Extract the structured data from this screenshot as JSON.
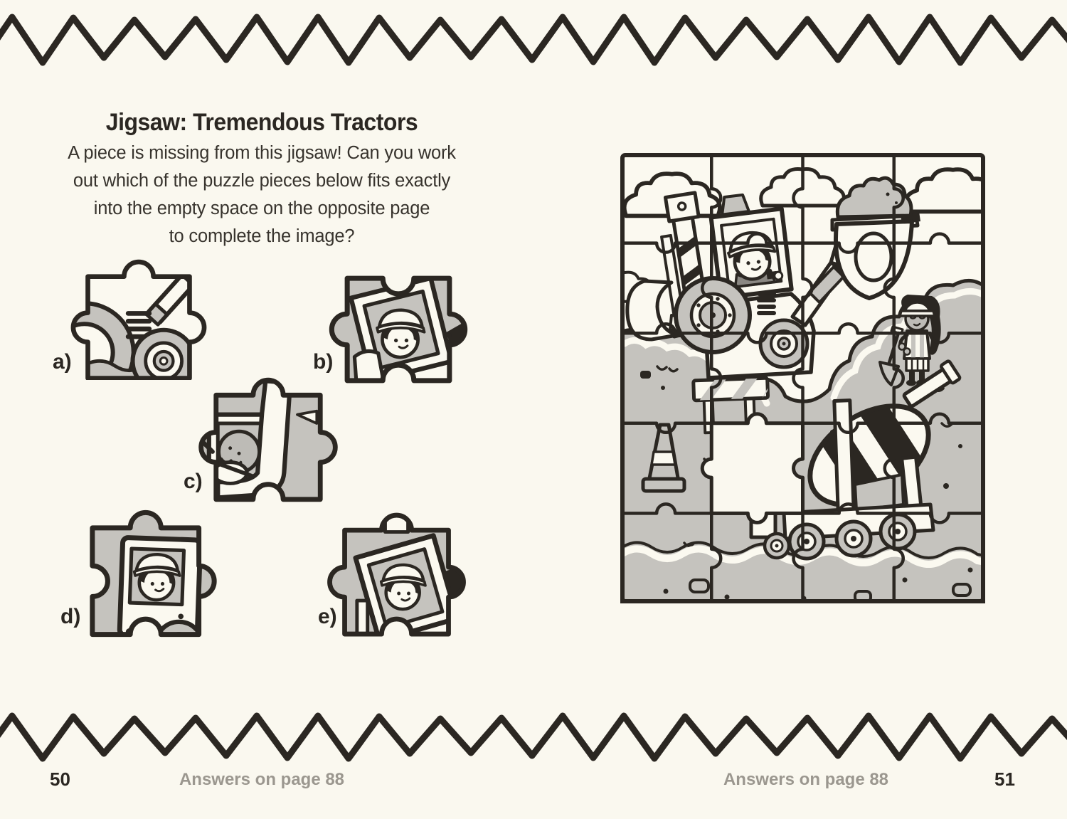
{
  "page": {
    "background": "#FAF8EF",
    "ink": "#2B2722",
    "gray": "#C5C3BE",
    "footer_gray": "#9B978F"
  },
  "left_page": {
    "title": "Jigsaw: Tremendous Tractors",
    "instruction_lines": [
      "A piece is missing from this jigsaw! Can you work",
      "out which of the puzzle pieces below fits exactly",
      "into the empty space on the opposite page",
      "to complete the image?"
    ],
    "pieces": [
      {
        "label": "a)"
      },
      {
        "label": "b)"
      },
      {
        "label": "c)"
      },
      {
        "label": "d)"
      },
      {
        "label": "e)"
      }
    ],
    "page_number": "50",
    "answers_note": "Answers on page 88"
  },
  "right_page": {
    "puzzle": {
      "rows": 5,
      "cols": 4,
      "missing_row": 4,
      "missing_col": 2,
      "scene": "construction site: digger tractor with driver, raised bucket of dirt, worker digging with shovel, cement mixer truck, traffic cone, striped barrier, clouds"
    },
    "page_number": "51",
    "answers_note": "Answers on page 88"
  }
}
